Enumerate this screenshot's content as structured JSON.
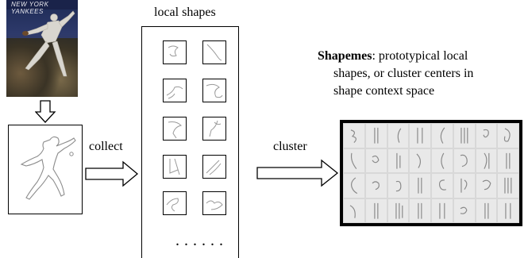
{
  "labels": {
    "local_shapes": "local shapes",
    "collect": "collect",
    "cluster": "cluster",
    "ellipsis": "......"
  },
  "description": {
    "term": "Shapemes",
    "line1_rest": ": prototypical local",
    "line2": "shapes, or cluster centers in",
    "line3": "shape context space"
  },
  "photo": {
    "banner_text": "NEW YORK YANKEES"
  },
  "icons": [
    "down-arrow-icon",
    "right-arrow-icon"
  ]
}
